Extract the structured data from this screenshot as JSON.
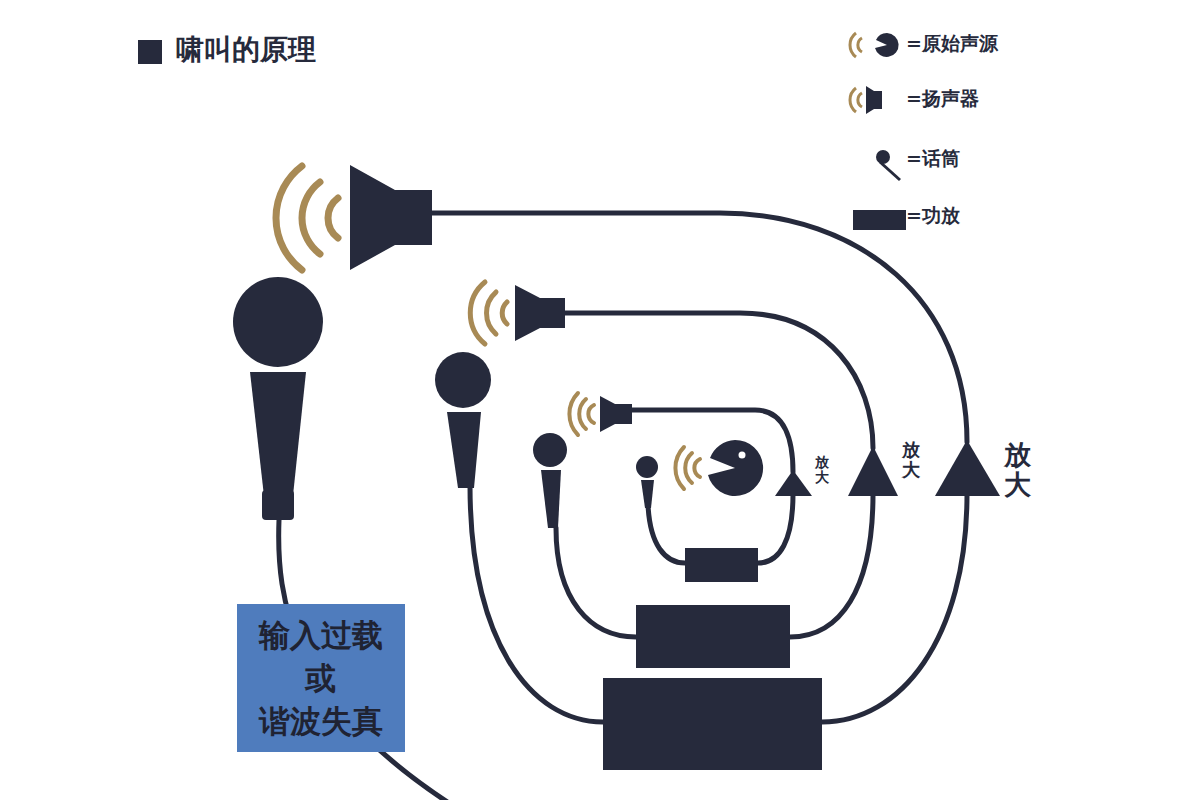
{
  "diagram": {
    "title": "啸叫的原理",
    "nodes": [
      {
        "text": [
          "输入过载 或 谐波失真"
        ]
      }
    ],
    "labels": [
      "放大",
      "放大",
      "放大"
    ],
    "legend": [
      {
        "text": "=原始声源"
      },
      {
        "text": "=扬声器"
      },
      {
        "text": "=话筒"
      },
      {
        "text": "=功放",
        "color": "#262a3c"
      }
    ]
  }
}
